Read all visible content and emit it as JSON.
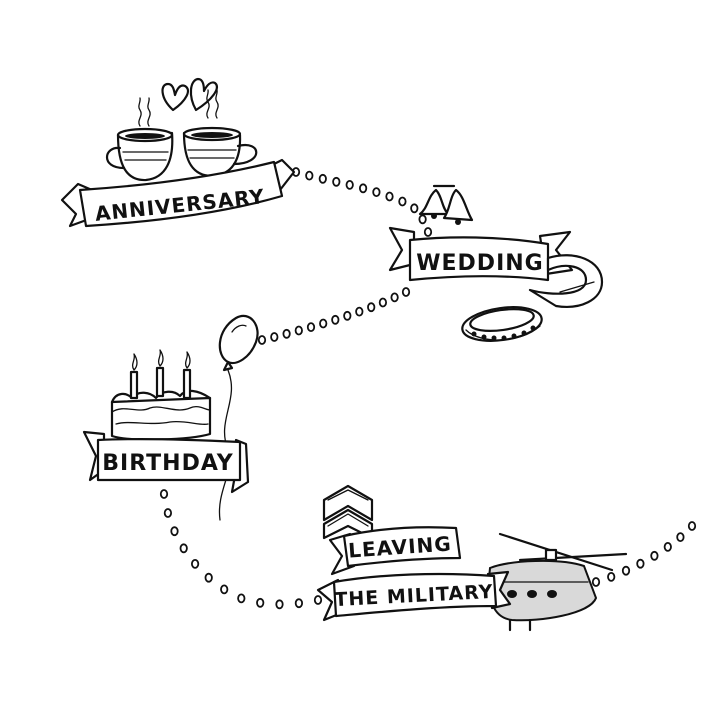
{
  "milestones": {
    "anniversary": "ANNIVERSARY",
    "wedding": "WEDDING",
    "birthday": "BIRTHDAY",
    "leaving_line1": "LEAVING",
    "leaving_line2": "THE MILITARY"
  },
  "colors": {
    "ink": "#111111",
    "paper": "#ffffff"
  }
}
